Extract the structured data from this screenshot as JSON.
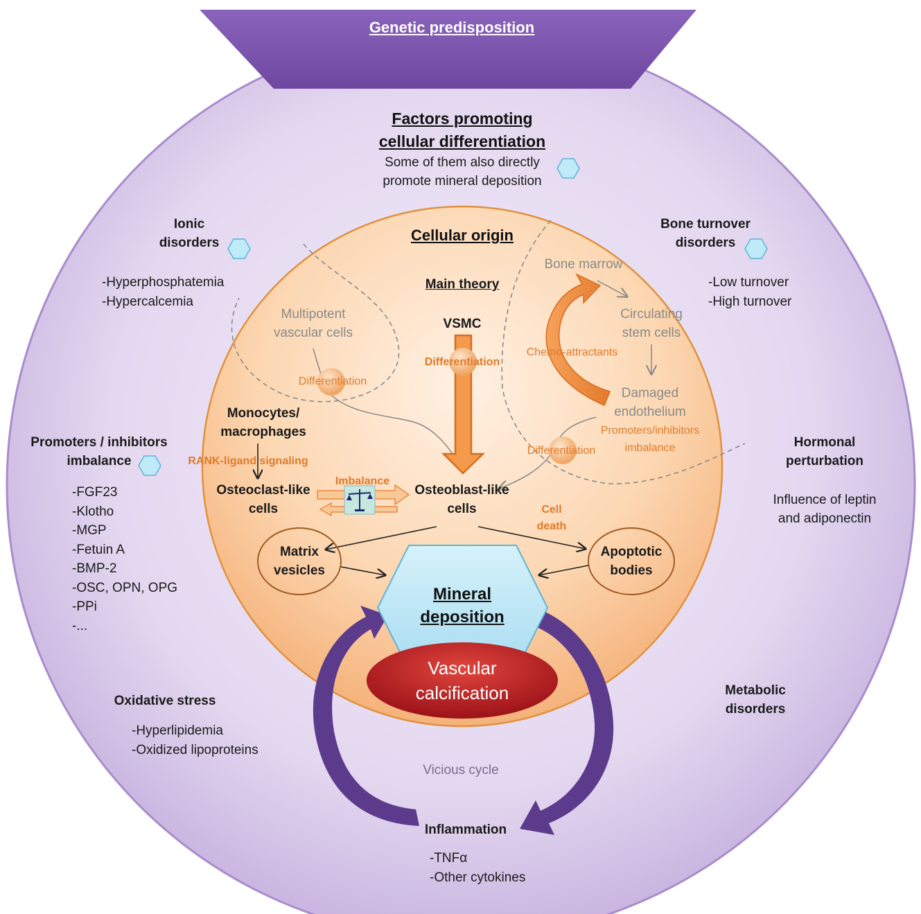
{
  "banner": {
    "title": "Genetic predisposition"
  },
  "factors": {
    "title_line1": "Factors promoting",
    "title_line2": "cellular differentiation",
    "note_line1": "Some of them also directly",
    "note_line2": "promote mineral deposition"
  },
  "ionic": {
    "title_line1": "Ionic",
    "title_line2": "disorders",
    "items": [
      "-Hyperphosphatemia",
      "-Hypercalcemia"
    ]
  },
  "bone_turnover": {
    "title_line1": "Bone turnover",
    "title_line2": "disorders",
    "items": [
      "-Low turnover",
      "-High turnover"
    ]
  },
  "promoters": {
    "title_line1": "Promoters / inhibitors",
    "title_line2": "imbalance",
    "items": [
      "-FGF23",
      "-Klotho",
      "-MGP",
      "-Fetuin A",
      "-BMP-2",
      "-OSC, OPN, OPG",
      "-PPi",
      "-..."
    ]
  },
  "hormonal": {
    "title_line1": "Hormonal",
    "title_line2": "perturbation",
    "note_line1": "Influence of leptin",
    "note_line2": "and adiponectin"
  },
  "oxidative": {
    "title": "Oxidative stress",
    "items": [
      "-Hyperlipidemia",
      "-Oxidized lipoproteins"
    ]
  },
  "metabolic": {
    "title_line1": "Metabolic",
    "title_line2": "disorders"
  },
  "inflammation": {
    "title": "Inflammation",
    "items": [
      "-TNFα",
      "-Other cytokines"
    ]
  },
  "vicious_cycle": "Vicious cycle",
  "cellular_origin": {
    "title": "Cellular origin",
    "main_theory": "Main theory",
    "vsmc": "VSMC",
    "vsmc_differentiation": "Differentiation",
    "multipotent_line1": "Multipotent",
    "multipotent_line2": "vascular cells",
    "multipotent_differentiation": "Differentiation",
    "bone_marrow": "Bone marrow",
    "circulating_line1": "Circulating",
    "circulating_line2": "stem cells",
    "chemo": "Chemo-attractants",
    "damaged_line1": "Damaged",
    "damaged_line2": "endothelium",
    "endo_differentiation": "Differentiation",
    "endo_imbalance_line1": "Promoters/inhibitors",
    "endo_imbalance_line2": "imbalance",
    "monocytes_line1": "Monocytes/",
    "monocytes_line2": "macrophages",
    "rank": "RANK-ligand signaling",
    "osteoclast_line1": "Osteoclast-like",
    "osteoclast_line2": "cells",
    "imbalance": "Imbalance",
    "osteoblast_line1": "Osteoblast-like",
    "osteoblast_line2": "cells",
    "cell_death_line1": "Cell",
    "cell_death_line2": "death",
    "matrix_line1": "Matrix",
    "matrix_line2": "vesicles",
    "apoptotic_line1": "Apoptotic",
    "apoptotic_line2": "bodies"
  },
  "mineral": {
    "line1": "Mineral",
    "line2": "deposition"
  },
  "calcification": {
    "line1": "Vascular",
    "line2": "calcification"
  },
  "colors": {
    "outer_circle": "#e2d6ef",
    "banner": "#7d55ae",
    "inner_circle": "#f9c592",
    "accent_orange": "#e07a2a",
    "mineral_fill": "#bfe7f5",
    "calcification_fill": "#c0222a",
    "cycle_arrow": "#5c3b8c"
  },
  "icons": [
    "hexagon-icon",
    "balance-scale-icon"
  ]
}
